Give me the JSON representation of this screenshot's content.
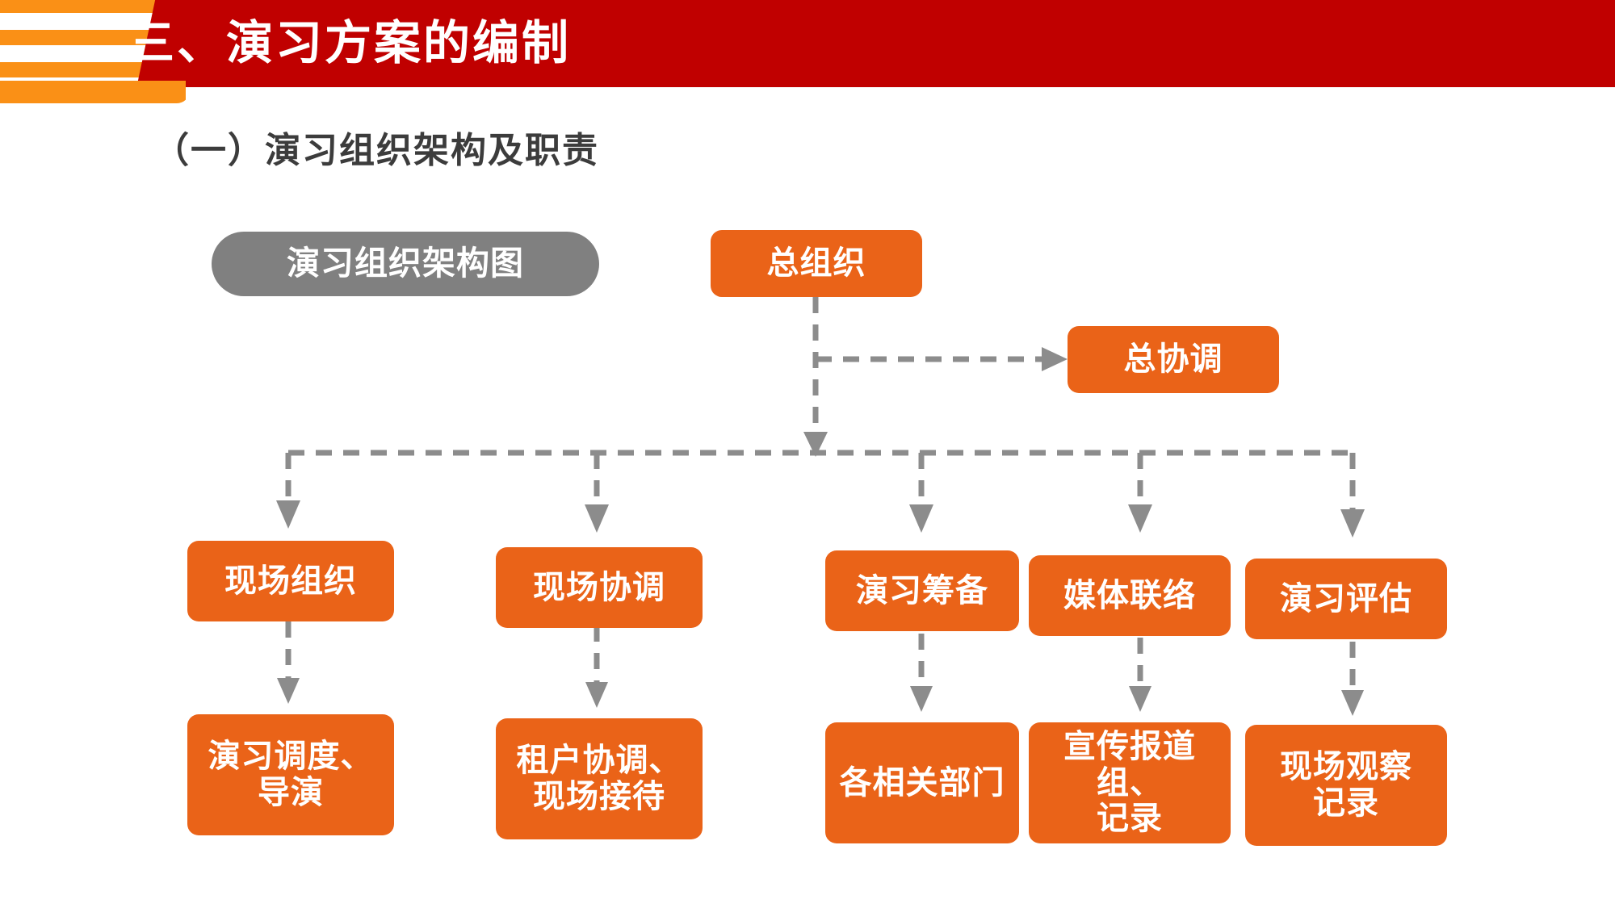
{
  "header": {
    "title": "三、演习方案的编制",
    "band_color": "#c00000",
    "stripe_color": "#fa9016",
    "title_color": "#ffffff"
  },
  "subtitle": "（一）演习组织架构及职责",
  "diagram": {
    "accent_color": "#ea6318",
    "legend_color": "#808080",
    "connector_color": "#8c8c8c",
    "legend": {
      "label": "演习组织架构图"
    },
    "nodes": {
      "root": {
        "label": "总组织"
      },
      "coordinator": {
        "label": "总协调"
      },
      "level2": [
        {
          "label": "现场组织"
        },
        {
          "label": "现场协调"
        },
        {
          "label": "演习筹备"
        },
        {
          "label": "媒体联络"
        },
        {
          "label": "演习评估"
        }
      ],
      "level3": [
        {
          "label": "演习调度、\n导演"
        },
        {
          "label": "租户协调、\n现场接待"
        },
        {
          "label": "各相关部门"
        },
        {
          "label": "宣传报道组、\n记录"
        },
        {
          "label": "现场观察\n记录"
        }
      ]
    }
  }
}
